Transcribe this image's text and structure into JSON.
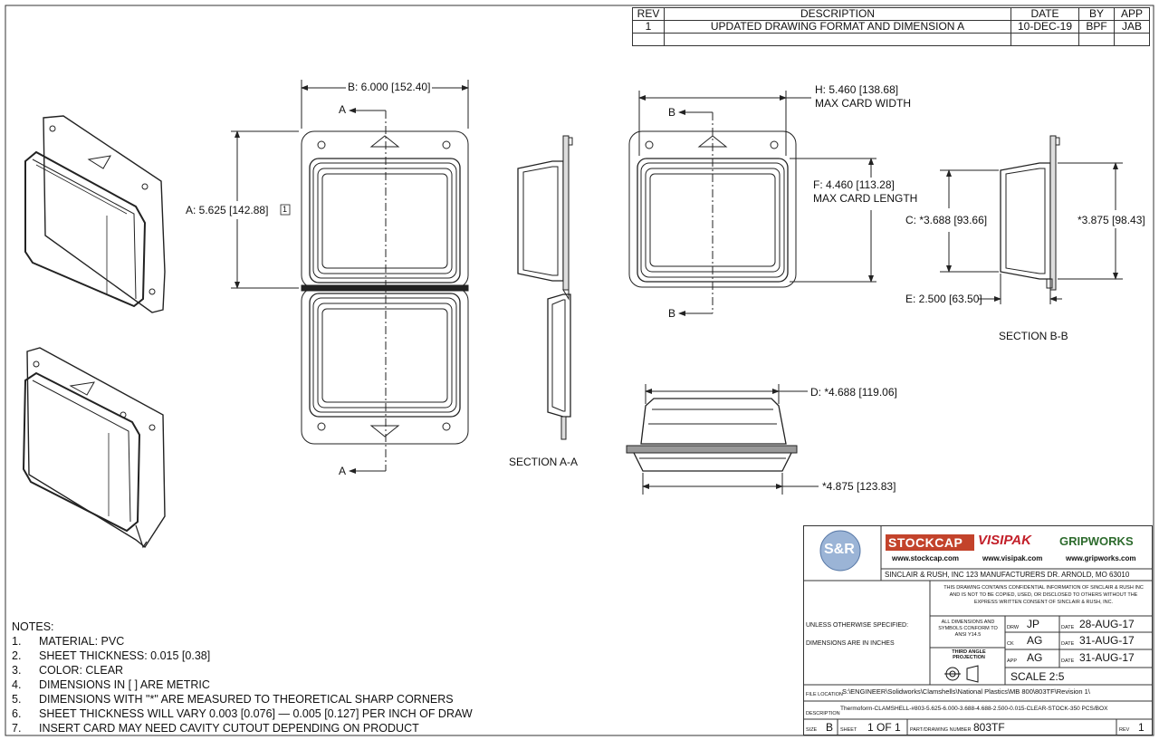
{
  "revision_table": {
    "headers": [
      "REV",
      "DESCRIPTION",
      "DATE",
      "BY",
      "APP"
    ],
    "rows": [
      {
        "rev": "1",
        "description": "UPDATED DRAWING FORMAT AND DIMENSION A",
        "date": "10-DEC-19",
        "by": "BPF",
        "app": "JAB"
      }
    ]
  },
  "dimensions": {
    "b": "B: 6.000",
    "b_metric": "152.40",
    "a": "A: 5.625",
    "a_metric": "142.88",
    "a_rev": "1",
    "h": "H: 5.460",
    "h_metric": "138.68",
    "h_note": "MAX CARD WIDTH",
    "f": "F: 4.460",
    "f_metric": "113.28",
    "f_note": "MAX CARD LENGTH",
    "c": "C: *3.688",
    "c_metric": "93.66",
    "c2": "*3.875",
    "c2_metric": "98.43",
    "e": "E: 2.500",
    "e_metric": "63.50",
    "d": "D: *4.688",
    "d_metric": "119.06",
    "w": "*4.875",
    "w_metric": "123.83"
  },
  "section_labels": {
    "a": "A",
    "b": "B",
    "section_aa": "SECTION A-A",
    "section_bb": "SECTION B-B"
  },
  "notes": {
    "heading": "NOTES:",
    "items": [
      {
        "num": "1.",
        "text": "MATERIAL: PVC"
      },
      {
        "num": "2.",
        "text": "SHEET THICKNESS: 0.015 [0.38]"
      },
      {
        "num": "3.",
        "text": "COLOR: CLEAR"
      },
      {
        "num": "4.",
        "text": "DIMENSIONS IN [ ] ARE METRIC"
      },
      {
        "num": "5.",
        "text": "DIMENSIONS WITH \"*\" ARE MEASURED TO THEORETICAL SHARP CORNERS"
      },
      {
        "num": "6.",
        "text": "SHEET THICKNESS WILL VARY 0.003 [0.076] — 0.005 [0.127] PER INCH OF DRAW"
      },
      {
        "num": "7.",
        "text": "INSERT CARD MAY NEED CAVITY CUTOUT DEPENDING ON PRODUCT"
      }
    ]
  },
  "title_block": {
    "sr_logo": "S&R",
    "brand1": "STOCKCAP",
    "brand1_url": "www.stockcap.com",
    "brand2": "VISIPAK",
    "brand2_url": "www.visipak.com",
    "brand3": "GRIPWORKS",
    "brand3_url": "www.gripworks.com",
    "company": "SINCLAIR & RUSH, INC 123 MANUFACTURERS DR. ARNOLD, MO 63010",
    "confidential": "THIS DRAWING CONTAINS CONFIDENTIAL INFORMATION OF SINCLAIR & RUSH INC AND IS NOT TO BE COPIED, USED, OR DISCLOSED TO OTHERS WITHOUT THE EXPRESS WRITTEN CONSENT OF SINCLAIR & RUSH, INC.",
    "unless": "UNLESS OTHERWISE SPECIFIED:",
    "dims_inches": "DIMENSIONS ARE IN INCHES",
    "conform": "ALL DIMENSIONS AND SYMBOLS CONFORM TO ANSI Y14.5",
    "third_angle": "THIRD ANGLE PROJECTION",
    "drw_label": "DRW",
    "drw": "JP",
    "drw_date_label": "DATE",
    "drw_date": "28-AUG-17",
    "ck_label": "CK",
    "ck": "AG",
    "ck_date_label": "DATE",
    "ck_date": "31-AUG-17",
    "app_label": "APP",
    "app": "AG",
    "app_date_label": "DATE",
    "app_date": "31-AUG-17",
    "scale": "SCALE 2:5",
    "file_location_label": "FILE LOCATION",
    "file_location": "S:\\ENGINEER\\Solidworks\\Clamshells\\National Plastics\\MB 800\\803TF\\Revision 1\\",
    "description_label": "DESCRIPTION",
    "description": "Thermoform-CLAMSHELL-#803-5.625-6.000-3.688-4.688-2.500-0.015-CLEAR-STOCK-350 PCS/BOX",
    "size_label": "SIZE",
    "size": "B",
    "sheet_label": "SHEET",
    "sheet": "1 OF 1",
    "part_label": "PART/DRAWING NUMBER",
    "part": "803TF",
    "rev_label": "REV",
    "rev": "1"
  }
}
